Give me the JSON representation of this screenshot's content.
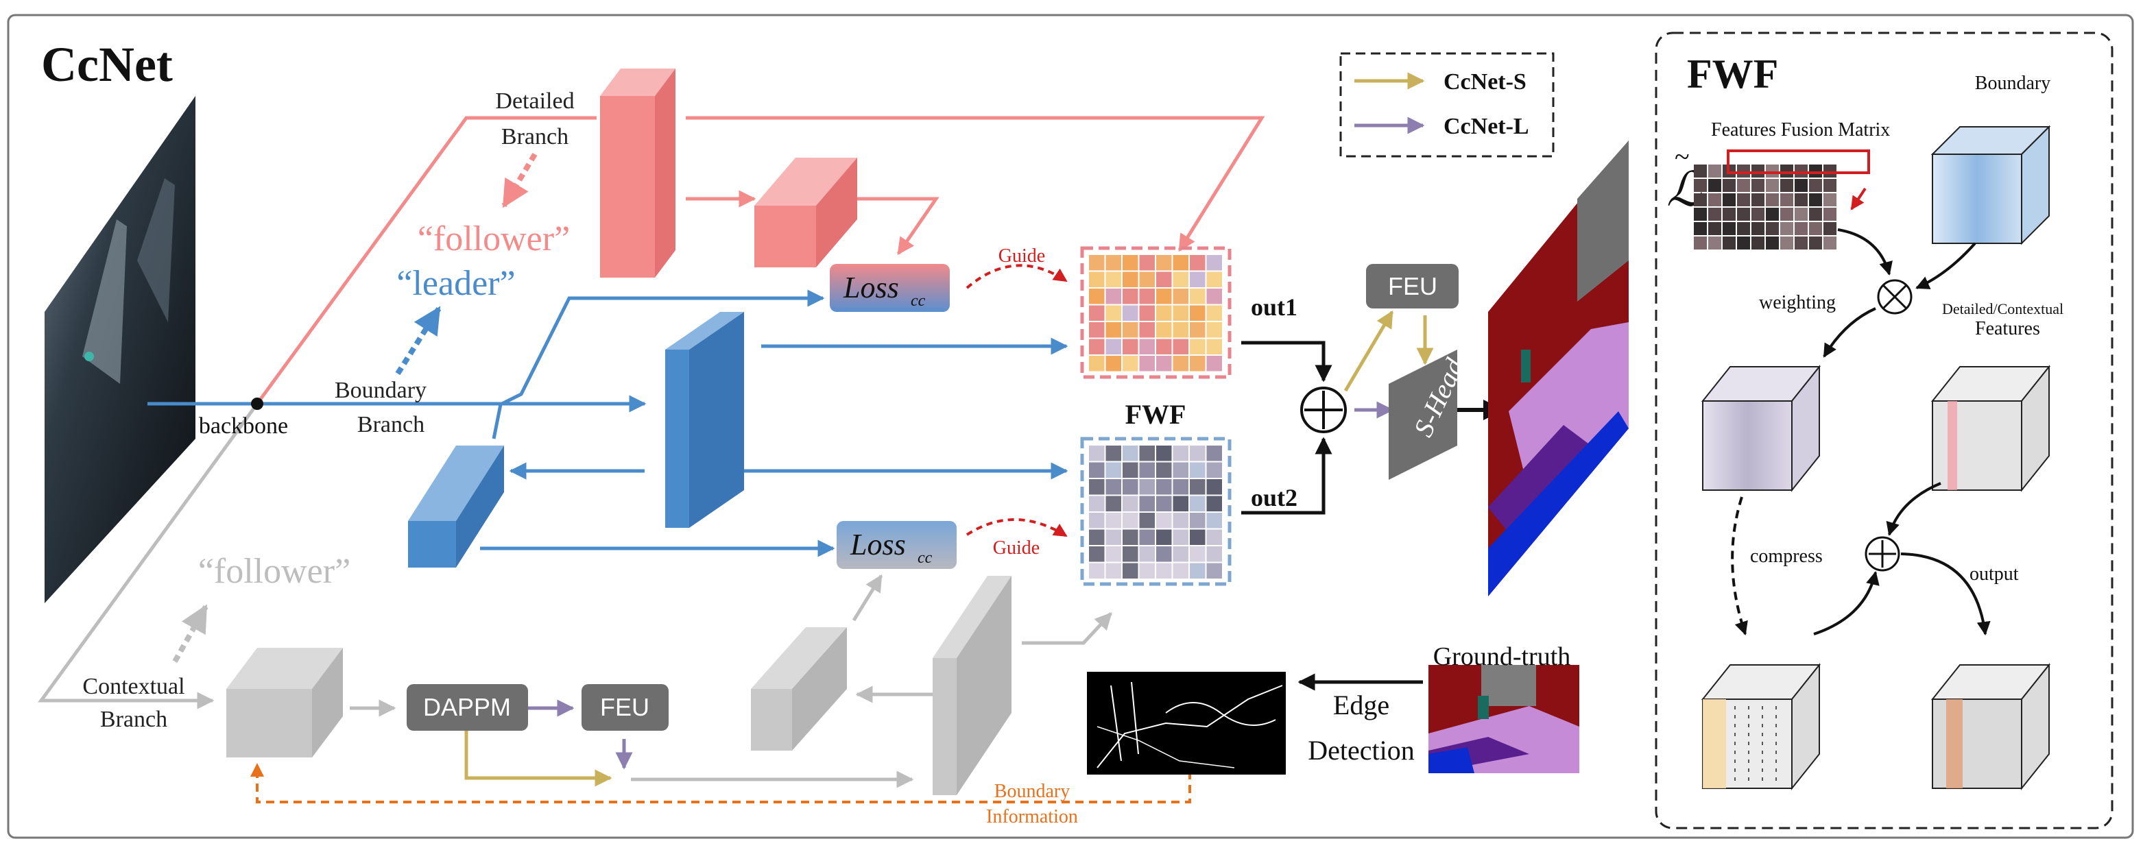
{
  "title": "CcNet",
  "legend": {
    "items": [
      {
        "label": "CcNet-S",
        "color": "#c9b05a"
      },
      {
        "label": "CcNet-L",
        "color": "#8c7fb0"
      }
    ]
  },
  "labels": {
    "detailed_branch_1": "Detailed",
    "detailed_branch_2": "Branch",
    "follower_red": "“follower”",
    "leader": "“leader”",
    "boundary_branch_1": "Boundary",
    "boundary_branch_2": "Branch",
    "backbone": "backbone",
    "follower_gray": "“follower”",
    "contextual_branch_1": "Contextual",
    "contextual_branch_2": "Branch",
    "loss_cc": "Loss",
    "loss_cc_sub": "cc",
    "guide": "Guide",
    "fwf": "FWF",
    "out1": "out1",
    "out2": "out2",
    "feu": "FEU",
    "s_head": "S-Head",
    "dappm": "DAPPM",
    "ground_truth": "Ground-truth",
    "edge_detection_1": "Edge",
    "edge_detection_2": "Detection",
    "boundary_info_1": "Boundary",
    "boundary_info_2": "Information"
  },
  "fwf_panel": {
    "title": "FWF",
    "features_fusion_matrix": "Features Fusion Matrix",
    "l_symbol": "ℒ",
    "l_tilde": "~",
    "boundary": "Boundary",
    "weighting": "weighting",
    "detailed_contextual": "Detailed/Contextual",
    "features": "Features",
    "compress": "compress",
    "output": "output"
  },
  "colors": {
    "detailed": "#f38b8b",
    "boundary": "#4a8bcb",
    "contextual": "#bdbdbd",
    "dark_box": "#6e6e6e",
    "guide_red": "#d21e1e",
    "boundary_info": "#e8711c",
    "ccnet_s": "#c9b05a",
    "ccnet_l": "#8c7fb0"
  }
}
